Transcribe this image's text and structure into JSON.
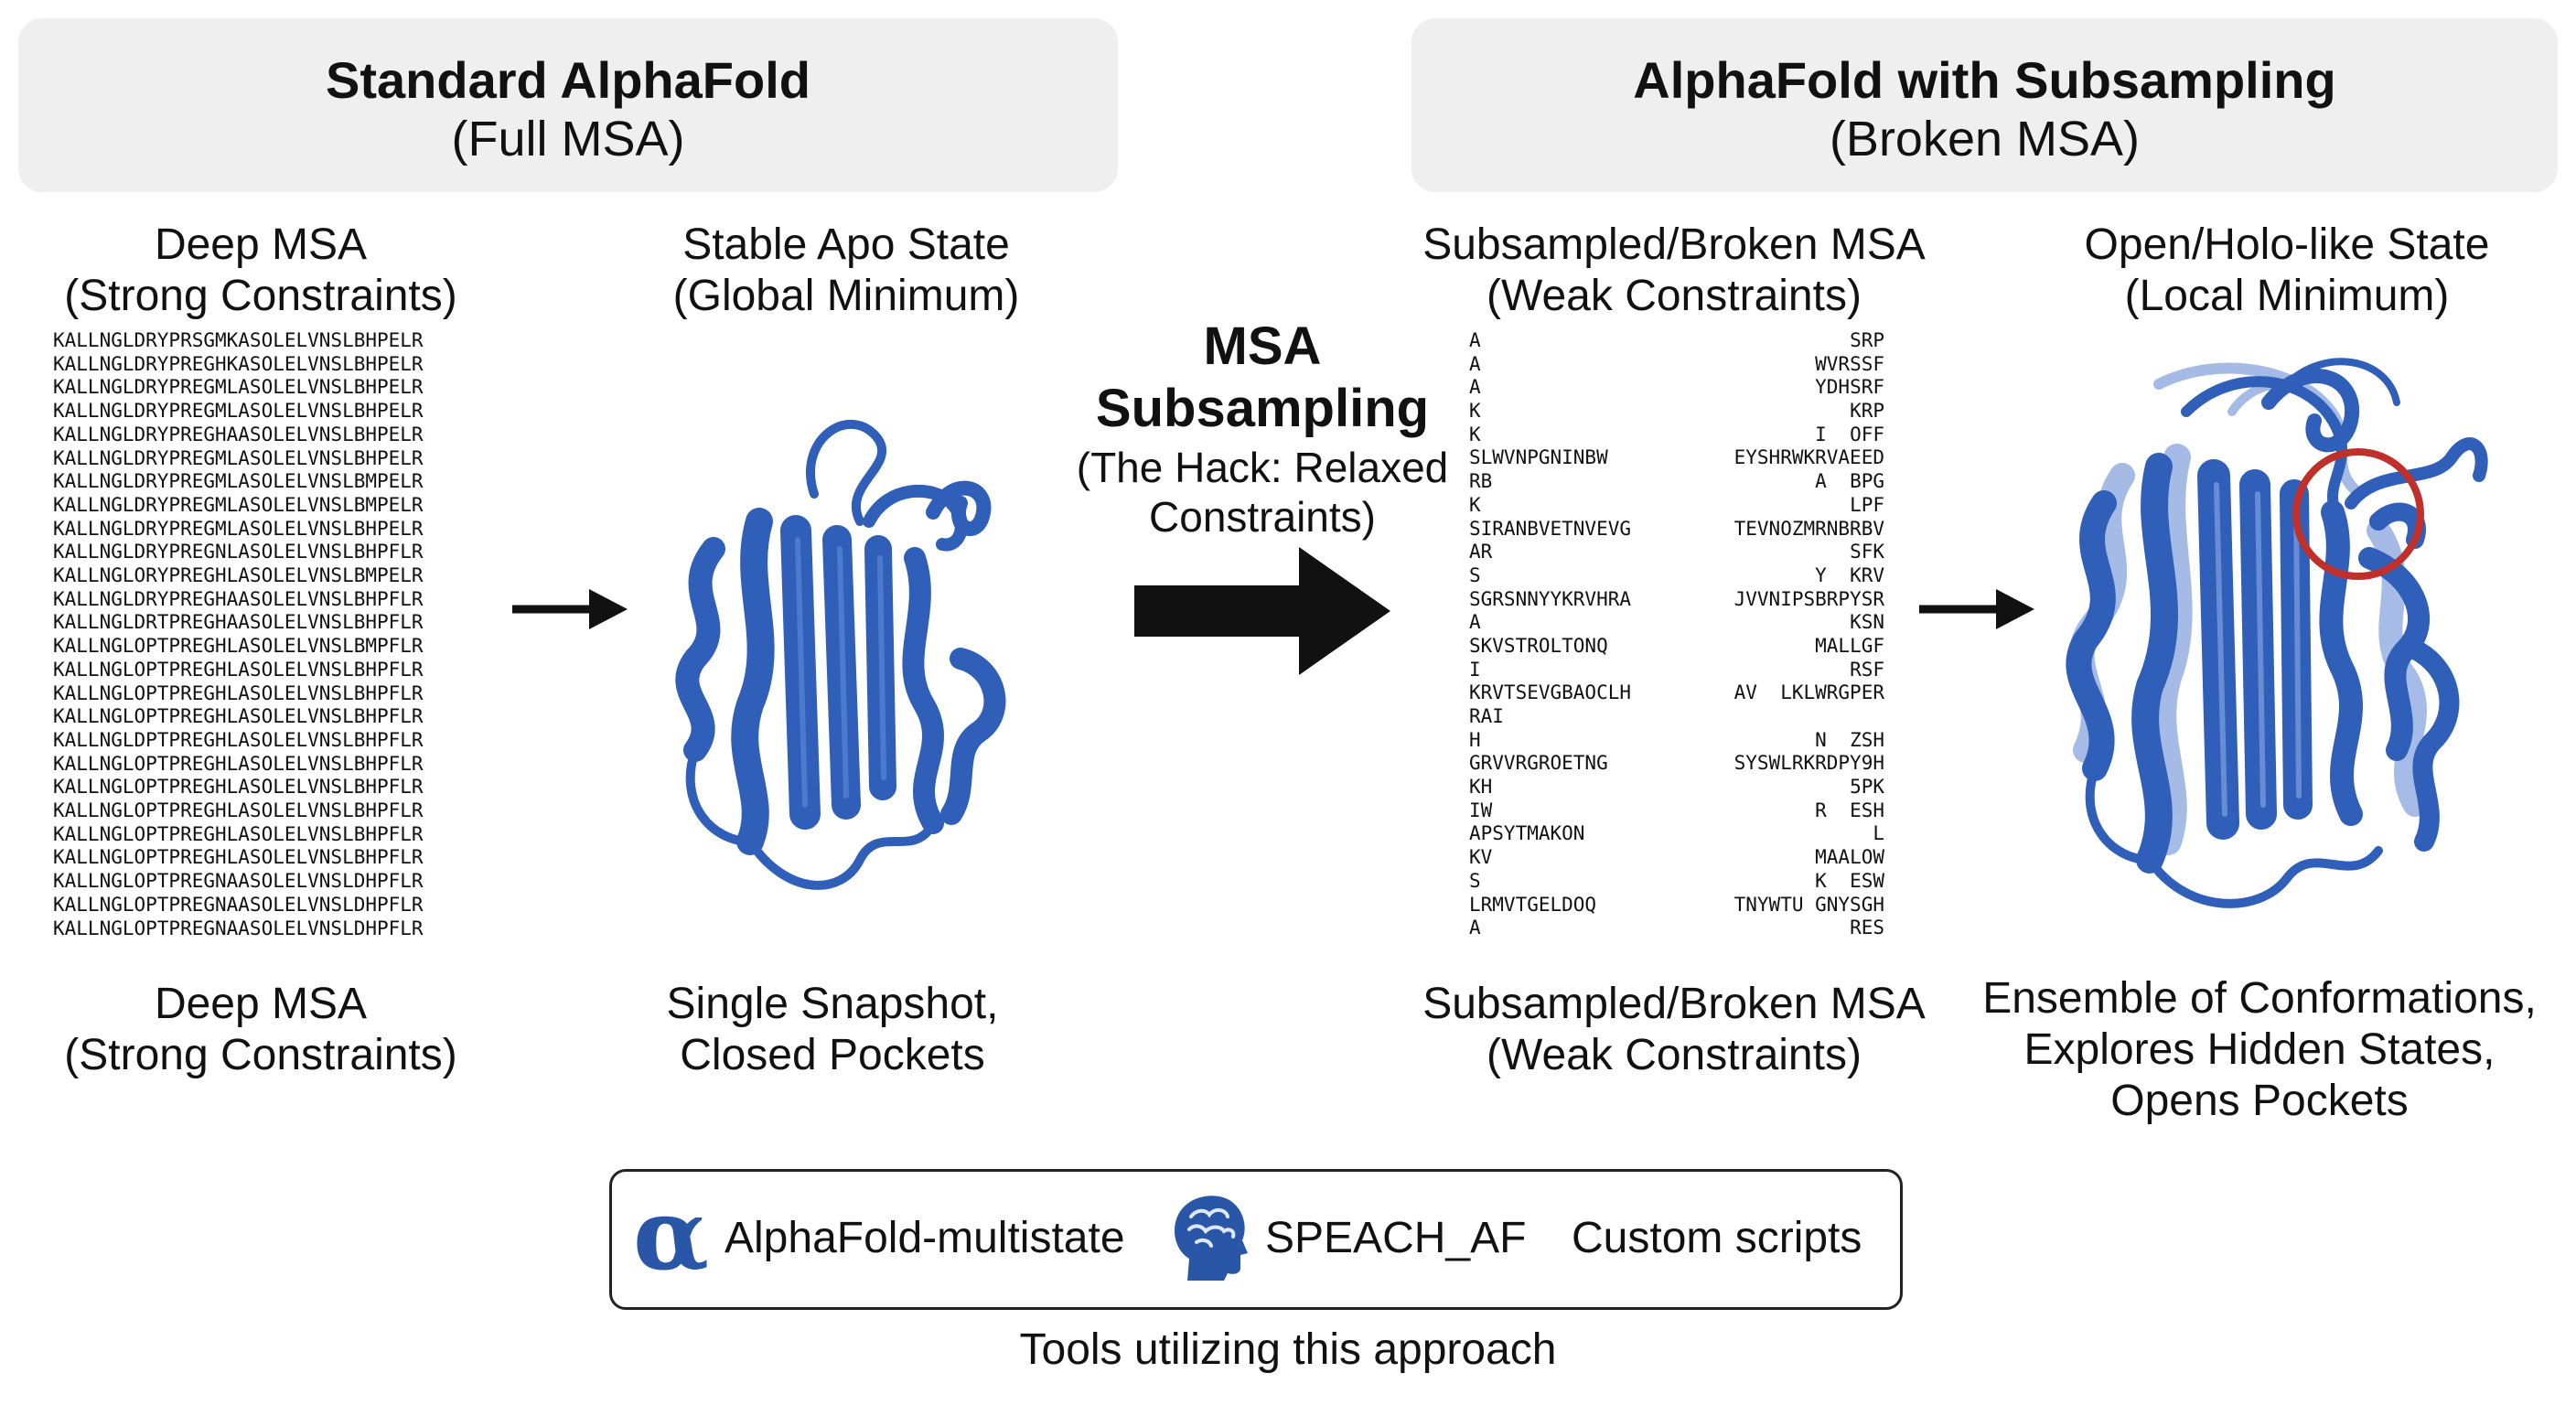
{
  "left_panel": {
    "title": "Standard AlphaFold",
    "subtitle": "(Full MSA)",
    "msa_top_caption": [
      "Deep MSA",
      "(Strong Constraints)"
    ],
    "structure_top_caption": [
      "Stable Apo State",
      "(Global Minimum)"
    ],
    "msa_bottom_caption": [
      "Deep MSA",
      "(Strong Constraints)"
    ],
    "structure_bottom_caption": [
      "Single Snapshot,",
      "Closed Pockets"
    ],
    "msa_rows": [
      "KALLNGLDRYPRSGMKASOLELVNSLBHPELR",
      "KALLNGLDRYPREGHKASOLELVNSLBHPELR",
      "KALLNGLDRYPREGMLASOLELVNSLBHPELR",
      "KALLNGLDRYPREGMLASOLELVNSLBHPELR",
      "KALLNGLDRYPREGHAASOLELVNSLBHPELR",
      "KALLNGLDRYPREGMLASOLELVNSLBHPELR",
      "KALLNGLDRYPREGMLASOLELVNSLBMPELR",
      "KALLNGLDRYPREGMLASOLELVNSLBMPELR",
      "KALLNGLDRYPREGMLASOLELVNSLBHPELR",
      "KALLNGLDRYPREGNLASOLELVNSLBHPFLR",
      "KALLNGLORYPREGHLASOLELVNSLBMPELR",
      "KALLNGLDRYPREGHAASOLELVNSLBHPFLR",
      "KALLNGLDRTPREGHAASOLELVNSLBHPFLR",
      "KALLNGLOPTPREGHLASOLELVNSLBMPFLR",
      "KALLNGLOPTPREGHLASOLELVNSLBHPFLR",
      "KALLNGLOPTPREGHLASOLELVNSLBHPFLR",
      "KALLNGLOPTPREGHLASOLELVNSLBHPFLR",
      "KALLNGLDPTPREGHLASOLELVNSLBHPFLR",
      "KALLNGLOPTPREGHLASOLELVNSLBHPFLR",
      "KALLNGLOPTPREGHLASOLELVNSLBHPFLR",
      "KALLNGLOPTPREGHLASOLELVNSLBHPFLR",
      "KALLNGLOPTPREGHLASOLELVNSLBHPFLR",
      "KALLNGLOPTPREGHLASOLELVNSLBHPFLR",
      "KALLNGLOPTPREGNAASOLELVNSLDHPFLR",
      "KALLNGLOPTPREGNAASOLELVNSLDHPFLR",
      "KALLNGLOPTPREGNAASOLELVNSLDHPFLR"
    ]
  },
  "middle": {
    "title_line1": "MSA",
    "title_line2": "Subsampling",
    "sub_line1": "(The Hack: Relaxed",
    "sub_line2": "Constraints)"
  },
  "right_panel": {
    "title": "AlphaFold with Subsampling",
    "subtitle": "(Broken MSA)",
    "msa_top_caption": [
      "Subsampled/Broken MSA",
      "(Weak Constraints)"
    ],
    "structure_top_caption": [
      "Open/Holo-like State",
      "(Local Minimum)"
    ],
    "msa_bottom_caption": [
      "Subsampled/Broken MSA",
      "(Weak Constraints)"
    ],
    "structure_bottom_caption": [
      "Ensemble of Conformations,",
      "Explores Hidden States,",
      "Opens Pockets"
    ],
    "msa_left_col": [
      "A",
      "A",
      "A",
      "K",
      "K",
      "SLWVNPGNINBW",
      "RB",
      "K",
      "SIRANBVETNVEVG",
      "AR",
      "S",
      "SGRSNNYYKRVHRA",
      "A",
      "SKVSTROLTONQ",
      "I",
      "KRVTSEVGBAOCLH",
      "RAI",
      "H",
      "GRVVRGROETNG",
      "KH",
      "IW",
      "APSYTMAKON",
      "KV",
      "S",
      "LRMVTGELDOQ",
      "A"
    ],
    "msa_right_col": [
      "SRP",
      "WVRSSF",
      "YDHSRF",
      "KRP",
      "I  OFF",
      "EYSHRWKRVAEED",
      "A  BPG",
      "LPF",
      "TEVNOZMRNBRBV",
      "SFK",
      "Y  KRV",
      "JVVNIPSBRPYSR",
      "KSN",
      "MALLGF",
      "RSF",
      "AV  LKLWRGPER",
      "",
      "N  ZSH",
      "SYSWLRKRDPY9H",
      "5PK",
      "R  ESH",
      "L",
      "MAALOW",
      "K  ESW",
      "TNYWTU GNYSGH",
      "RES"
    ]
  },
  "tools": {
    "alpha_symbol": "α",
    "tool1": "AlphaFold-multistate",
    "tool2": "SPEACH_AF",
    "tool3": "Custom scripts",
    "caption": "Tools utilizing this approach"
  },
  "colors": {
    "protein_blue": "#2f5fb8",
    "header_bg": "#efefef",
    "highlight_circle": "#c0302a",
    "tool_blue": "#2a56a8"
  },
  "icons": [
    "alpha-icon",
    "brain-head-icon",
    "arrow-right-icon"
  ]
}
